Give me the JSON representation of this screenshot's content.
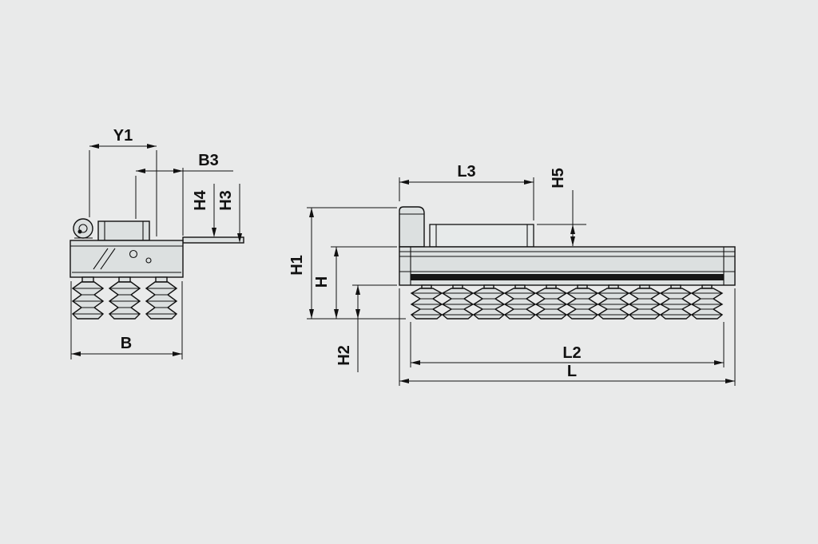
{
  "dims": {
    "Y1": "Y1",
    "B3": "B3",
    "H4": "H4",
    "H3": "H3",
    "B": "B",
    "L3": "L3",
    "H5": "H5",
    "H1": "H1",
    "H": "H",
    "H2": "H2",
    "L2": "L2",
    "L": "L"
  },
  "colors": {
    "background": "#e9eaea",
    "line": "#111111",
    "part_fill": "#dce0e0",
    "part_fill_light": "#e7eaea",
    "dark_band": "#161616"
  }
}
